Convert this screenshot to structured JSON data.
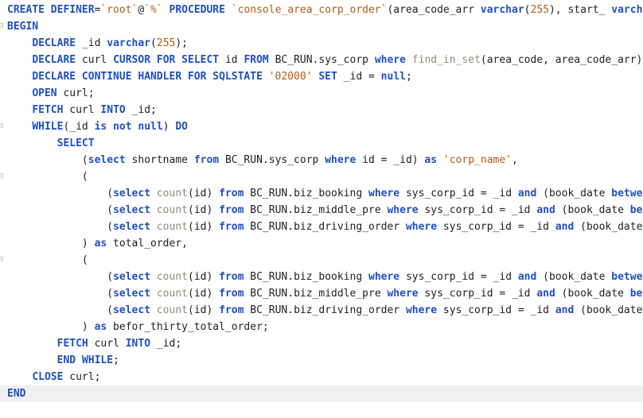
{
  "editor": {
    "current_line": 23,
    "lines": [
      {
        "fold": "",
        "tokens": [
          [
            "k",
            "CREATE DEFINER"
          ],
          [
            "p",
            "="
          ],
          [
            "s",
            "`root`"
          ],
          [
            "p",
            "@"
          ],
          [
            "s",
            "`%`"
          ],
          [
            "p",
            " "
          ],
          [
            "k",
            "PROCEDURE"
          ],
          [
            "p",
            " "
          ],
          [
            "s",
            "`console_area_corp_order`"
          ],
          [
            "p",
            "(area_code_arr "
          ],
          [
            "k",
            "varchar"
          ],
          [
            "p",
            "("
          ],
          [
            "n",
            "255"
          ],
          [
            "p",
            "), start_ "
          ],
          [
            "k",
            "varch"
          ]
        ]
      },
      {
        "fold": "minus",
        "tokens": [
          [
            "k",
            "BEGIN"
          ]
        ]
      },
      {
        "fold": "",
        "tokens": [
          [
            "p",
            "    "
          ],
          [
            "k",
            "DECLARE"
          ],
          [
            "p",
            " _id "
          ],
          [
            "k",
            "varchar"
          ],
          [
            "p",
            "("
          ],
          [
            "n",
            "255"
          ],
          [
            "p",
            ");"
          ]
        ]
      },
      {
        "fold": "",
        "tokens": [
          [
            "p",
            "    "
          ],
          [
            "k",
            "DECLARE"
          ],
          [
            "p",
            " curl "
          ],
          [
            "k",
            "CURSOR FOR SELECT"
          ],
          [
            "p",
            " id "
          ],
          [
            "k",
            "FROM"
          ],
          [
            "p",
            " BC_RUN.sys_corp "
          ],
          [
            "k",
            "where"
          ],
          [
            "p",
            " "
          ],
          [
            "f",
            "find_in_set"
          ],
          [
            "p",
            "(area_code, area_code_arr);"
          ]
        ]
      },
      {
        "fold": "",
        "tokens": [
          [
            "p",
            "    "
          ],
          [
            "k",
            "DECLARE CONTINUE HANDLER FOR SQLSTATE"
          ],
          [
            "p",
            " "
          ],
          [
            "s",
            "'02000'"
          ],
          [
            "p",
            " "
          ],
          [
            "k",
            "SET"
          ],
          [
            "p",
            " _id = "
          ],
          [
            "k",
            "null"
          ],
          [
            "p",
            ";"
          ]
        ]
      },
      {
        "fold": "",
        "tokens": [
          [
            "p",
            "    "
          ],
          [
            "k",
            "OPEN"
          ],
          [
            "p",
            " curl;"
          ]
        ]
      },
      {
        "fold": "",
        "tokens": [
          [
            "p",
            "    "
          ],
          [
            "k",
            "FETCH"
          ],
          [
            "p",
            " curl "
          ],
          [
            "k",
            "INTO"
          ],
          [
            "p",
            " _id;"
          ]
        ]
      },
      {
        "fold": "minus",
        "tokens": [
          [
            "p",
            "    "
          ],
          [
            "k",
            "WHILE"
          ],
          [
            "p",
            "(_id "
          ],
          [
            "k",
            "is not null"
          ],
          [
            "p",
            ") "
          ],
          [
            "k",
            "DO"
          ]
        ]
      },
      {
        "fold": "",
        "tokens": [
          [
            "p",
            "        "
          ],
          [
            "k",
            "SELECT"
          ]
        ]
      },
      {
        "fold": "",
        "tokens": [
          [
            "p",
            "            ("
          ],
          [
            "k",
            "select"
          ],
          [
            "p",
            " shortname "
          ],
          [
            "k",
            "from"
          ],
          [
            "p",
            " BC_RUN.sys_corp "
          ],
          [
            "k",
            "where"
          ],
          [
            "p",
            " id = _id) "
          ],
          [
            "k",
            "as"
          ],
          [
            "p",
            " "
          ],
          [
            "s",
            "'corp_name'"
          ],
          [
            "p",
            ","
          ]
        ]
      },
      {
        "fold": "minus",
        "tokens": [
          [
            "p",
            "            ("
          ]
        ]
      },
      {
        "fold": "",
        "tokens": [
          [
            "p",
            "                ("
          ],
          [
            "k",
            "select"
          ],
          [
            "p",
            " "
          ],
          [
            "f",
            "count"
          ],
          [
            "p",
            "(id) "
          ],
          [
            "k",
            "from"
          ],
          [
            "p",
            " BC_RUN.biz_booking "
          ],
          [
            "k",
            "where"
          ],
          [
            "p",
            " sys_corp_id = _id "
          ],
          [
            "k",
            "and"
          ],
          [
            "p",
            " (book_date "
          ],
          [
            "k",
            "betwe"
          ]
        ]
      },
      {
        "fold": "",
        "tokens": [
          [
            "p",
            "                ("
          ],
          [
            "k",
            "select"
          ],
          [
            "p",
            " "
          ],
          [
            "f",
            "count"
          ],
          [
            "p",
            "(id) "
          ],
          [
            "k",
            "from"
          ],
          [
            "p",
            " BC_RUN.biz_middle_pre "
          ],
          [
            "k",
            "where"
          ],
          [
            "p",
            " sys_corp_id = _id "
          ],
          [
            "k",
            "and"
          ],
          [
            "p",
            " (book_date "
          ],
          [
            "k",
            "be"
          ]
        ]
      },
      {
        "fold": "",
        "tokens": [
          [
            "p",
            "                ("
          ],
          [
            "k",
            "select"
          ],
          [
            "p",
            " "
          ],
          [
            "f",
            "count"
          ],
          [
            "p",
            "(id) "
          ],
          [
            "k",
            "from"
          ],
          [
            "p",
            " BC_RUN.biz_driving_order "
          ],
          [
            "k",
            "where"
          ],
          [
            "p",
            " sys_corp_id = _id "
          ],
          [
            "k",
            "and"
          ],
          [
            "p",
            " (book_date"
          ]
        ]
      },
      {
        "fold": "",
        "tokens": [
          [
            "p",
            "            ) "
          ],
          [
            "k",
            "as"
          ],
          [
            "p",
            " total_order,"
          ]
        ]
      },
      {
        "fold": "minus",
        "tokens": [
          [
            "p",
            "            ("
          ]
        ]
      },
      {
        "fold": "",
        "tokens": [
          [
            "p",
            "                ("
          ],
          [
            "k",
            "select"
          ],
          [
            "p",
            " "
          ],
          [
            "f",
            "count"
          ],
          [
            "p",
            "(id) "
          ],
          [
            "k",
            "from"
          ],
          [
            "p",
            " BC_RUN.biz_booking "
          ],
          [
            "k",
            "where"
          ],
          [
            "p",
            " sys_corp_id = _id "
          ],
          [
            "k",
            "and"
          ],
          [
            "p",
            " (book_date "
          ],
          [
            "k",
            "betwe"
          ]
        ]
      },
      {
        "fold": "",
        "tokens": [
          [
            "p",
            "                ("
          ],
          [
            "k",
            "select"
          ],
          [
            "p",
            " "
          ],
          [
            "f",
            "count"
          ],
          [
            "p",
            "(id) "
          ],
          [
            "k",
            "from"
          ],
          [
            "p",
            " BC_RUN.biz_middle_pre "
          ],
          [
            "k",
            "where"
          ],
          [
            "p",
            " sys_corp_id = _id "
          ],
          [
            "k",
            "and"
          ],
          [
            "p",
            " (book_date "
          ],
          [
            "k",
            "be"
          ]
        ]
      },
      {
        "fold": "",
        "tokens": [
          [
            "p",
            "                ("
          ],
          [
            "k",
            "select"
          ],
          [
            "p",
            " "
          ],
          [
            "f",
            "count"
          ],
          [
            "p",
            "(id) "
          ],
          [
            "k",
            "from"
          ],
          [
            "p",
            " BC_RUN.biz_driving_order "
          ],
          [
            "k",
            "where"
          ],
          [
            "p",
            " sys_corp_id = _id "
          ],
          [
            "k",
            "and"
          ],
          [
            "p",
            " (book_date"
          ]
        ]
      },
      {
        "fold": "end",
        "tokens": [
          [
            "p",
            "            ) "
          ],
          [
            "k",
            "as"
          ],
          [
            "p",
            " befor_thirty_total_order;"
          ]
        ]
      },
      {
        "fold": "",
        "tokens": [
          [
            "p",
            "        "
          ],
          [
            "k",
            "FETCH"
          ],
          [
            "p",
            " curl "
          ],
          [
            "k",
            "INTO"
          ],
          [
            "p",
            " _id;"
          ]
        ]
      },
      {
        "fold": "end",
        "tokens": [
          [
            "p",
            "        "
          ],
          [
            "k",
            "END WHILE"
          ],
          [
            "p",
            ";"
          ]
        ]
      },
      {
        "fold": "",
        "tokens": [
          [
            "p",
            "    "
          ],
          [
            "k",
            "CLOSE"
          ],
          [
            "p",
            " curl;"
          ]
        ]
      },
      {
        "fold": "",
        "tokens": [
          [
            "k",
            "END"
          ]
        ]
      }
    ]
  },
  "colors": {
    "keyword": "#1f4fc4",
    "string": "#b25b16",
    "function": "#8d8d80",
    "plain": "#1f1f1f",
    "current_line_bg": "#f0f0f0"
  }
}
